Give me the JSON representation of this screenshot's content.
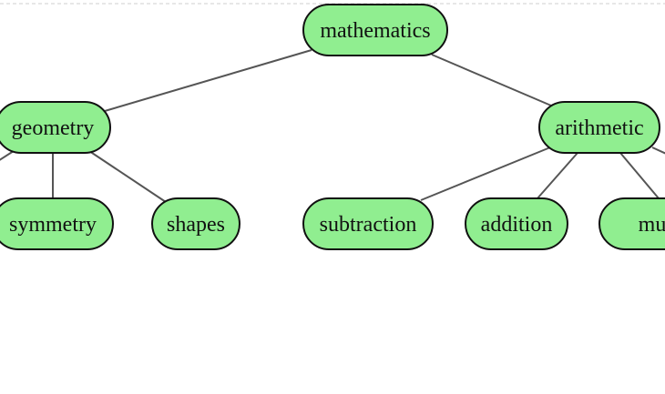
{
  "diagram": {
    "type": "tree",
    "node_fill": "#90ee90",
    "node_stroke": "#111111",
    "edge_color": "#555555",
    "nodes": [
      {
        "id": "mathematics",
        "label": "mathematics"
      },
      {
        "id": "geometry",
        "label": "geometry"
      },
      {
        "id": "arithmetic",
        "label": "arithmetic"
      },
      {
        "id": "symmetry",
        "label": "symmetry"
      },
      {
        "id": "shapes",
        "label": "shapes"
      },
      {
        "id": "subtraction",
        "label": "subtraction"
      },
      {
        "id": "addition",
        "label": "addition"
      },
      {
        "id": "multiplication",
        "label": "multiplication"
      }
    ],
    "edges": [
      {
        "from": "mathematics",
        "to": "geometry"
      },
      {
        "from": "mathematics",
        "to": "arithmetic"
      },
      {
        "from": "geometry",
        "to": "symmetry"
      },
      {
        "from": "geometry",
        "to": "shapes"
      },
      {
        "from": "geometry",
        "to": "offscreen-left"
      },
      {
        "from": "arithmetic",
        "to": "subtraction"
      },
      {
        "from": "arithmetic",
        "to": "addition"
      },
      {
        "from": "arithmetic",
        "to": "multiplication"
      },
      {
        "from": "arithmetic",
        "to": "offscreen-right"
      }
    ]
  }
}
